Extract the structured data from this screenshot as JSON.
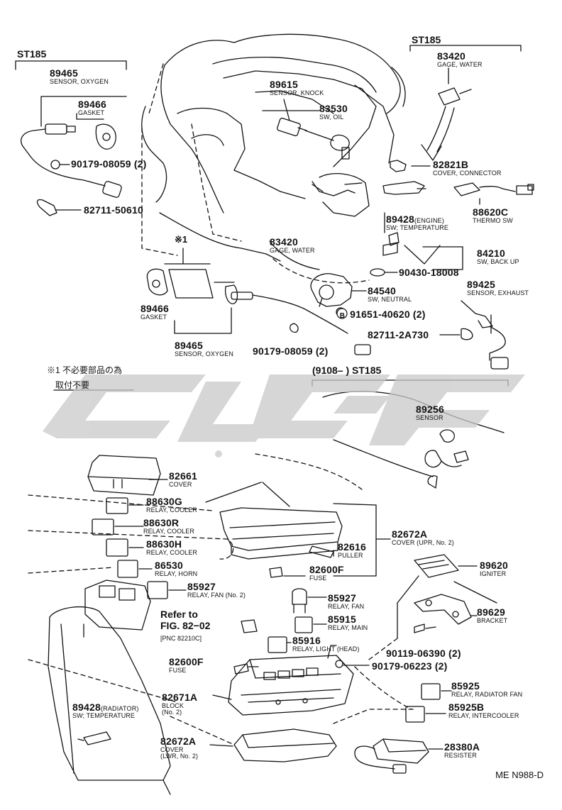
{
  "headers": {
    "st185_left": "ST185",
    "st185_right": "ST185",
    "st185_mid": "(9108–      ) ST185",
    "star1": "※1"
  },
  "note": {
    "line1": "※1 不必要部品の為",
    "line2": "取付不要"
  },
  "refer": {
    "line1": "Refer to",
    "line2": "FIG. 82−02",
    "line3": "[PNC 82210C]"
  },
  "drawing_no": "ME N988-D",
  "parts": {
    "p89465a": {
      "num": "89465",
      "name": "SENSOR, OXYGEN"
    },
    "p89466a": {
      "num": "89466",
      "name": "GASKET"
    },
    "p90179a": {
      "num": "90179-08059 (2)"
    },
    "p82711a": {
      "num": "82711-50610"
    },
    "p89615": {
      "num": "89615",
      "name": "SENSOR, KNOCK"
    },
    "p83530": {
      "num": "83530",
      "name": "SW, OIL"
    },
    "p83420a": {
      "num": "83420",
      "name": "GAGE, WATER"
    },
    "p82821b": {
      "num": "82821B",
      "name": "COVER, CONNECTOR"
    },
    "p88620c": {
      "num": "88620C",
      "name": "THERMO SW"
    },
    "p89428e": {
      "num": "89428",
      "num_sub": "(ENGINE)",
      "name": "SW; TEMPERATURE"
    },
    "p83420b": {
      "num": "83420",
      "name": "GAGE, WATER"
    },
    "p84210": {
      "num": "84210",
      "name": "SW, BACK UP"
    },
    "p90430": {
      "num": "90430-18008"
    },
    "p84540": {
      "num": "84540",
      "name": "SW, NEUTRAL"
    },
    "p91651": {
      "num": "91651-40620 (2)",
      "mark": "B"
    },
    "p89425": {
      "num": "89425",
      "name": "SENSOR, EXHAUST"
    },
    "p82711b": {
      "num": "82711-2A730"
    },
    "p89466b": {
      "num": "89466",
      "name": "GASKET"
    },
    "p89465b": {
      "num": "89465",
      "name": "SENSOR, OXYGEN"
    },
    "p90179b": {
      "num": "90179-08059 (2)"
    },
    "p89256": {
      "num": "89256",
      "name": "SENSOR"
    },
    "p82661": {
      "num": "82661",
      "name": "COVER"
    },
    "p88630g": {
      "num": "88630G",
      "name": "RELAY, COOLER"
    },
    "p88630r": {
      "num": "88630R",
      "name": "RELAY, COOLER"
    },
    "p88630h": {
      "num": "88630H",
      "name": "RELAY, COOLER"
    },
    "p86530": {
      "num": "86530",
      "name": "RELAY, HORN"
    },
    "p85927a": {
      "num": "85927",
      "name": "RELAY, FAN (No. 2)"
    },
    "p82672a": {
      "num": "82672A",
      "name": "COVER (UPR, No. 2)"
    },
    "p82616": {
      "num": "82616",
      "name": "PULLER"
    },
    "p82600fa": {
      "num": "82600F",
      "name": "FUSE"
    },
    "p89620": {
      "num": "89620",
      "name": "IGNITER"
    },
    "p85927b": {
      "num": "85927",
      "name": "RELAY, FAN"
    },
    "p85915": {
      "num": "85915",
      "name": "RELAY, MAIN"
    },
    "p89629": {
      "num": "89629",
      "name": "BRACKET"
    },
    "p85916": {
      "num": "85916",
      "name": "RELAY, LIGHT (HEAD)"
    },
    "p90119": {
      "num": "90119-06390 (2)"
    },
    "p90179c": {
      "num": "90179-06223 (2)"
    },
    "p82600fb": {
      "num": "82600F",
      "name": "FUSE"
    },
    "p82671a": {
      "num": "82671A",
      "name": "BLOCK",
      "name2": "(No. 2)"
    },
    "p85925": {
      "num": "85925",
      "name": "RELAY, RADIATOR FAN"
    },
    "p85925b": {
      "num": "85925B",
      "name": "RELAY, INTERCOOLER"
    },
    "p89428r": {
      "num": "89428",
      "num_sub": "(RADIATOR)",
      "name": "SW; TEMPERATURE"
    },
    "p82672b": {
      "num": "82672A",
      "name": "COVER",
      "name2": "(LWR, No. 2)"
    },
    "p28380a": {
      "num": "28380A",
      "name": "RESISTER"
    }
  },
  "colors": {
    "line": "#111111",
    "watermark": "#c9c9c9"
  }
}
